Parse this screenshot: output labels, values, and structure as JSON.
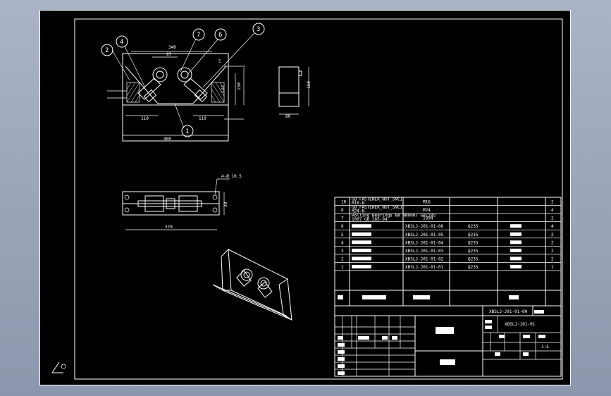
{
  "balloons": [
    "2",
    "4",
    "7",
    "6",
    "3",
    "1"
  ],
  "front_view": {
    "dim_top": "340",
    "dim_97": "97",
    "dim_5": "5",
    "dim_122": "122",
    "dim_150": "150",
    "dim_110_left": "110",
    "dim_110_right": "110",
    "dim_400": "400"
  },
  "side_view": {
    "dim_150": "150",
    "dim_80": "80"
  },
  "top_view": {
    "hole_note": "4-Ø 10.5",
    "dim_30": "30",
    "dim_370": "370"
  },
  "bom": {
    "rows": [
      {
        "no": "10",
        "code": "GB_FASTENER_NUT_SNCI",
        "code2": "M16-N",
        "name": "M16",
        "qty": "2"
      },
      {
        "no": "8",
        "code": "GB_FASTENER_NUT_SNCI",
        "code2": "M24-N",
        "name": "M24",
        "qty": "4"
      },
      {
        "no": "7",
        "code": "Rolling Bearings NA NN0007 GB/285",
        "code2": "1007 GB 285-94",
        "name": "1994",
        "qty": "2"
      },
      {
        "no": "6",
        "code": "",
        "name": "XBSLJ-J01-01-06",
        "mat": "Q235",
        "qty": "4"
      },
      {
        "no": "5",
        "code": "",
        "name": "XBSLJ-J01-01-05",
        "mat": "Q235",
        "qty": "2"
      },
      {
        "no": "4",
        "code": "",
        "name": "XBSLJ-J01-01-04",
        "mat": "Q235",
        "qty": "2"
      },
      {
        "no": "3",
        "code": "",
        "name": "XBSLJ-J01-01-03",
        "mat": "Q235",
        "qty": "2"
      },
      {
        "no": "2",
        "code": "",
        "name": "XBSLJ-J01-01-02",
        "mat": "Q235",
        "qty": "2"
      },
      {
        "no": "1",
        "code": "",
        "name": "XBSLJ-J01-01-01",
        "mat": "Q235",
        "qty": "1"
      }
    ]
  },
  "title_block": {
    "assembly_code": "XBSLJ-J01-01-00",
    "drawing_no": "XBSLJ-J01-01",
    "scale": "1:5"
  }
}
